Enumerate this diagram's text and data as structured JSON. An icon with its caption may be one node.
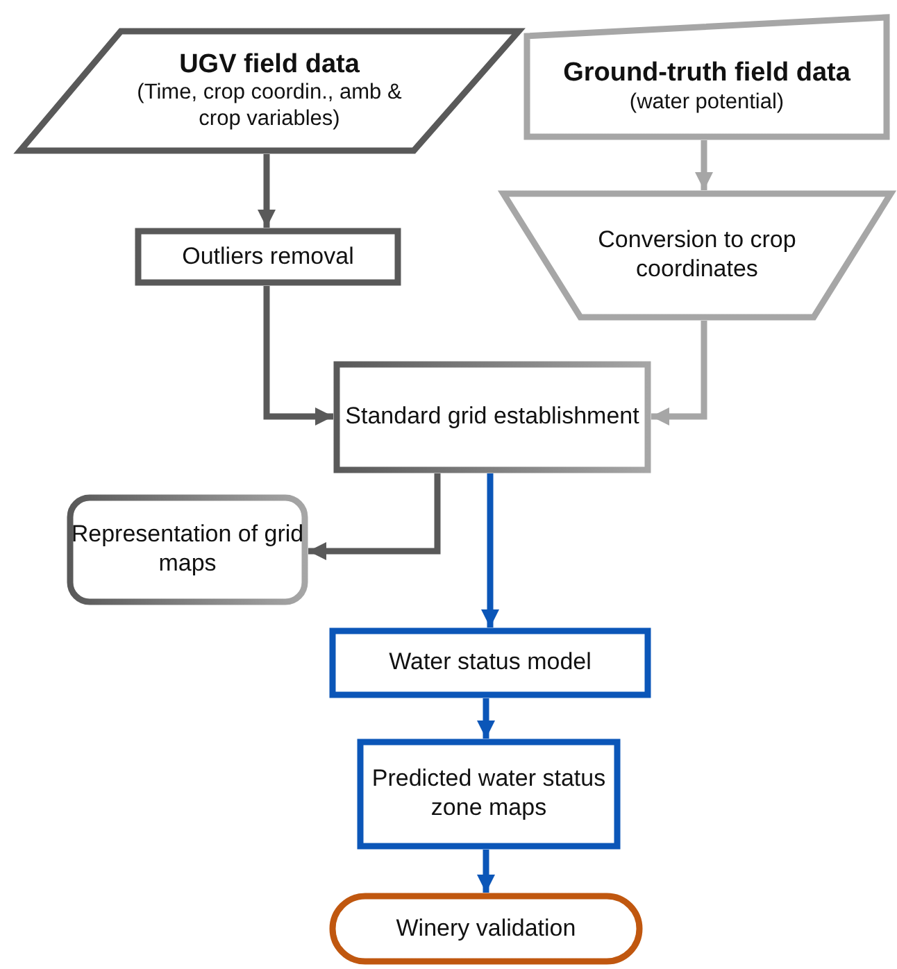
{
  "diagram": {
    "nodes": [
      {
        "text": [
          "UGV field data",
          "(Time, crop coordin., amb & crop variables)"
        ]
      },
      {
        "text": [
          "Ground-truth field data",
          "(water potential)"
        ]
      },
      {
        "text": [
          "Outliers removal"
        ]
      },
      {
        "text": [
          "Conversion to crop coordinates"
        ]
      },
      {
        "text": [
          "Standard grid establishment"
        ]
      },
      {
        "text": [
          "Representation of grid maps"
        ]
      },
      {
        "text": [
          "Water status model"
        ]
      },
      {
        "text": [
          "Predicted water status zone maps"
        ]
      },
      {
        "text": [
          "Winery validation"
        ]
      }
    ],
    "edges": [
      {
        "from": 0,
        "to": 2,
        "arrow": "to"
      },
      {
        "from": 1,
        "to": 3,
        "arrow": "to",
        "color": "#a6a6a6"
      },
      {
        "from": 2,
        "to": 4,
        "arrow": "to"
      },
      {
        "from": 3,
        "to": 4,
        "arrow": "to",
        "color": "#a6a6a6"
      },
      {
        "from": 4,
        "to": 5,
        "arrow": "to"
      },
      {
        "from": 4,
        "to": 6,
        "arrow": "to",
        "color": "#0b56b8"
      },
      {
        "from": 6,
        "to": 7,
        "arrow": "to",
        "color": "#0b56b8"
      },
      {
        "from": 7,
        "to": 8,
        "arrow": "to",
        "color": "#0b56b8"
      }
    ]
  }
}
